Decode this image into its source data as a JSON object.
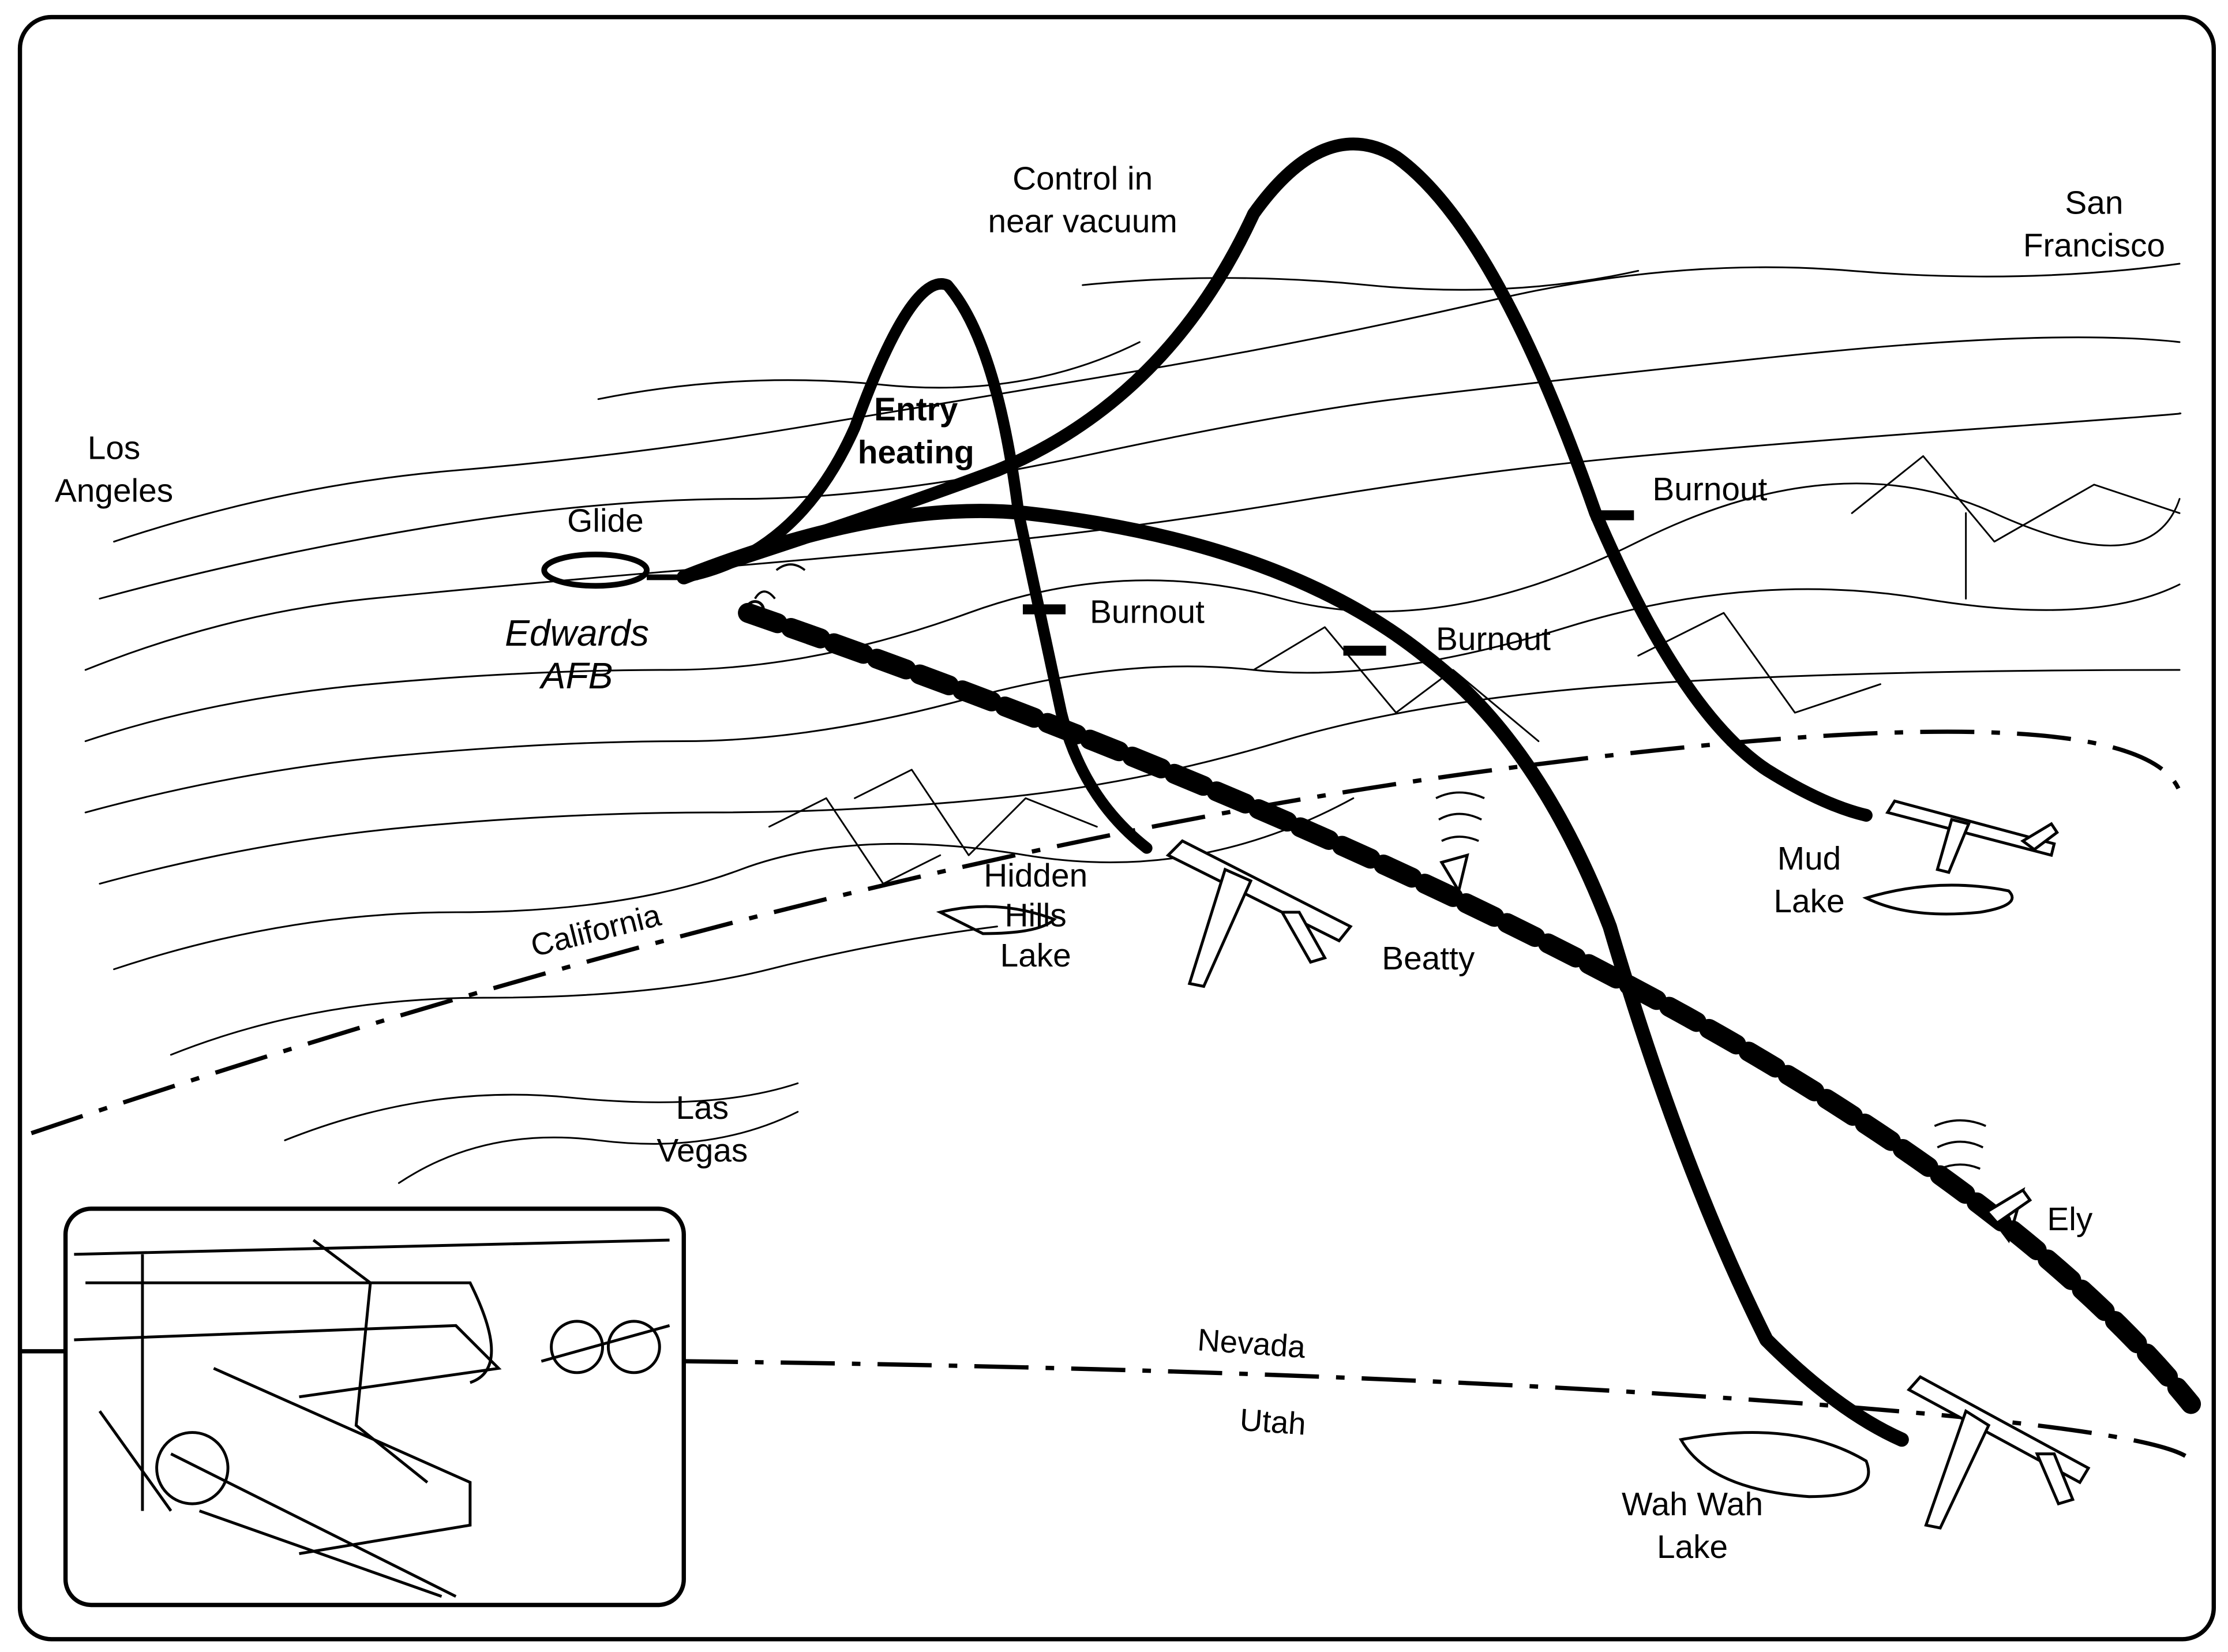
{
  "diagram": {
    "labels": {
      "los_angeles": [
        "Los",
        "Angeles"
      ],
      "san_francisco": [
        "San",
        "Francisco"
      ],
      "control": [
        "Control in",
        "near vacuum"
      ],
      "entry_heating": [
        "Entry",
        "heating"
      ],
      "glide": "Glide",
      "edwards": [
        "Edwards",
        "AFB"
      ],
      "burnout": "Burnout",
      "hidden_hills": [
        "Hidden",
        "Hills",
        "Lake"
      ],
      "beatty": "Beatty",
      "mud_lake": [
        "Mud",
        "Lake"
      ],
      "california": "California",
      "las_vegas": [
        "Las",
        "Vegas"
      ],
      "ely": "Ely",
      "nevada": "Nevada",
      "utah": "Utah",
      "wah_wah": [
        "Wah Wah",
        "Lake"
      ]
    },
    "icons": [
      "b52-aircraft-icon",
      "x15-aircraft-icon",
      "radar-antenna-icon"
    ]
  }
}
